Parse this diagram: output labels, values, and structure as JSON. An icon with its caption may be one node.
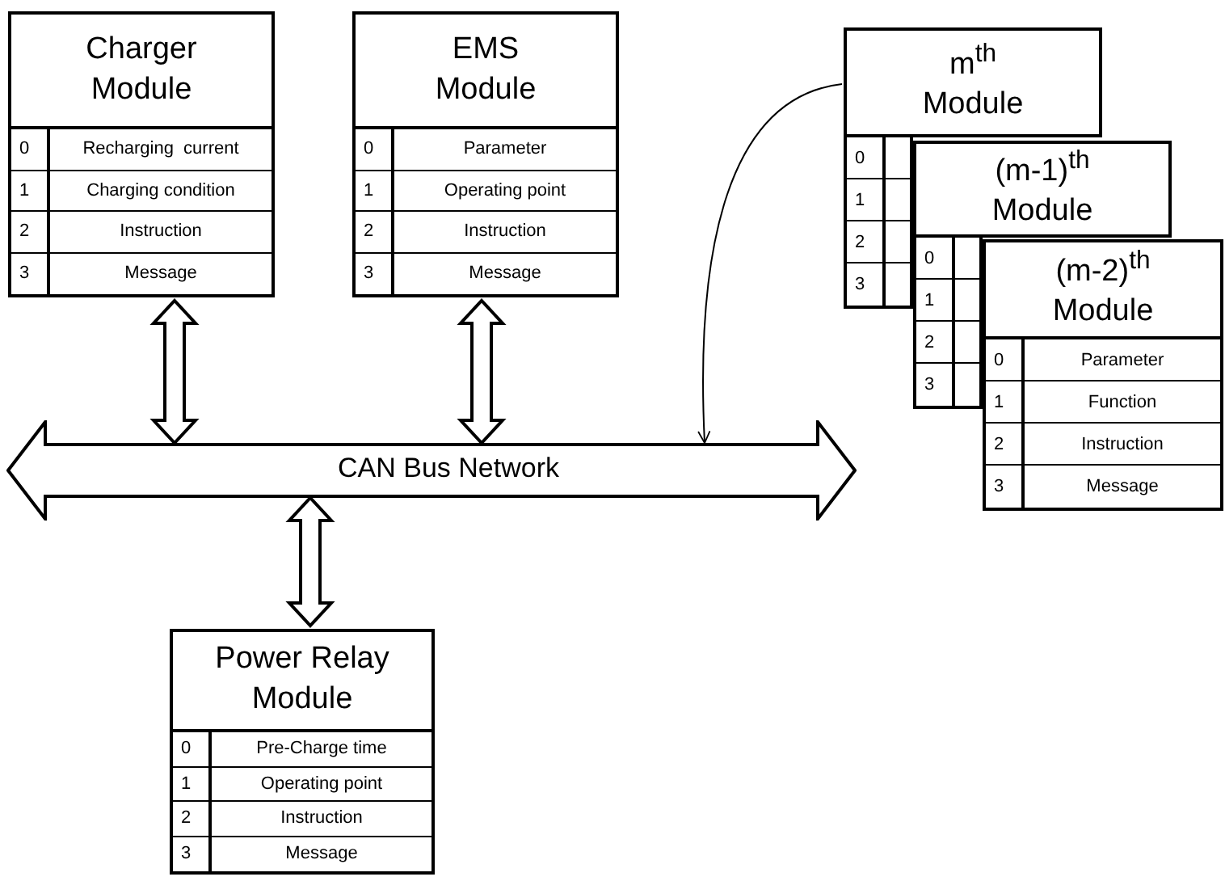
{
  "diagram": {
    "nodes": [
      {
        "text": [
          "Charger Module",
          "0",
          "Recharging  current",
          "1",
          "Charging condition",
          "2",
          "Instruction",
          "3",
          "Message"
        ]
      },
      {
        "text": [
          "EMS Module",
          "0",
          "Parameter",
          "1",
          "Operating point",
          "2",
          "Instruction",
          "3",
          "Message"
        ]
      },
      {
        "text": [
          "m$^{th}$ Module",
          "0",
          "1",
          "2",
          "3"
        ]
      },
      {
        "text": [
          "(m-1)$^{th}$ Module",
          "0",
          "1",
          "2",
          "3"
        ]
      },
      {
        "text": [
          "(m-2)$^{th}$ Module",
          "0",
          "Parameter",
          "1",
          "Function",
          "2",
          "Instruction",
          "3",
          "Message"
        ]
      },
      {
        "text": [
          "CAN Bus Network"
        ]
      },
      {
        "text": [
          "Power Relay Module",
          "0",
          "Pre-Charge time",
          "1",
          "Operating point",
          "2",
          "Instruction",
          "3",
          "Message"
        ]
      }
    ],
    "edges": [
      {
        "from": 0,
        "to": 5,
        "arrow": "both"
      },
      {
        "from": 1,
        "to": 5,
        "arrow": "both"
      },
      {
        "from": 2,
        "to": 5,
        "arrow": "to"
      },
      {
        "from": 6,
        "to": 5,
        "arrow": "both"
      }
    ]
  }
}
